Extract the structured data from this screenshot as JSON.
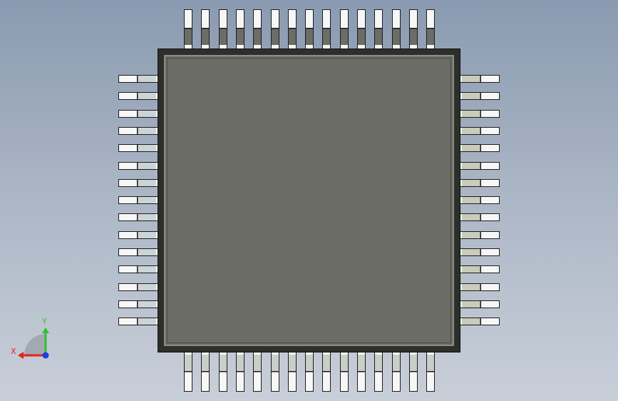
{
  "view": {
    "background_top": "#8a9ab0",
    "background_bottom": "#c9cfd9"
  },
  "component": {
    "pins_per_side": 15,
    "body_color": "#2d2f2b",
    "top_face_color": "#6a6c65",
    "pin_color": "#f7f7f7"
  },
  "triad": {
    "x_label": "X",
    "y_label": "Y",
    "x_color": "#e0241b",
    "y_color": "#2fc22f",
    "z_color": "#1f3fe0"
  }
}
